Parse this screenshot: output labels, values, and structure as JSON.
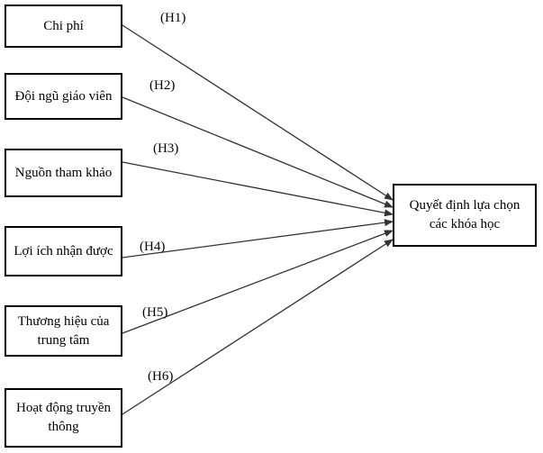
{
  "factors": [
    {
      "label": "Chi phí",
      "hypothesis": "(H1)"
    },
    {
      "label": "Đội ngũ giáo viên",
      "hypothesis": "(H2)"
    },
    {
      "label": "Nguồn tham khảo",
      "hypothesis": "(H3)"
    },
    {
      "label": "Lợi ích nhận được",
      "hypothesis": "(H4)"
    },
    {
      "label": "Thương hiệu của trung tâm",
      "hypothesis": "(H5)"
    },
    {
      "label": "Hoạt động truyền thông",
      "hypothesis": "(H6)"
    }
  ],
  "outcome": {
    "label": "Quyết định lựa chọn các khóa học"
  },
  "colors": {
    "line": "#333333",
    "border": "#000000",
    "background": "#ffffff"
  }
}
